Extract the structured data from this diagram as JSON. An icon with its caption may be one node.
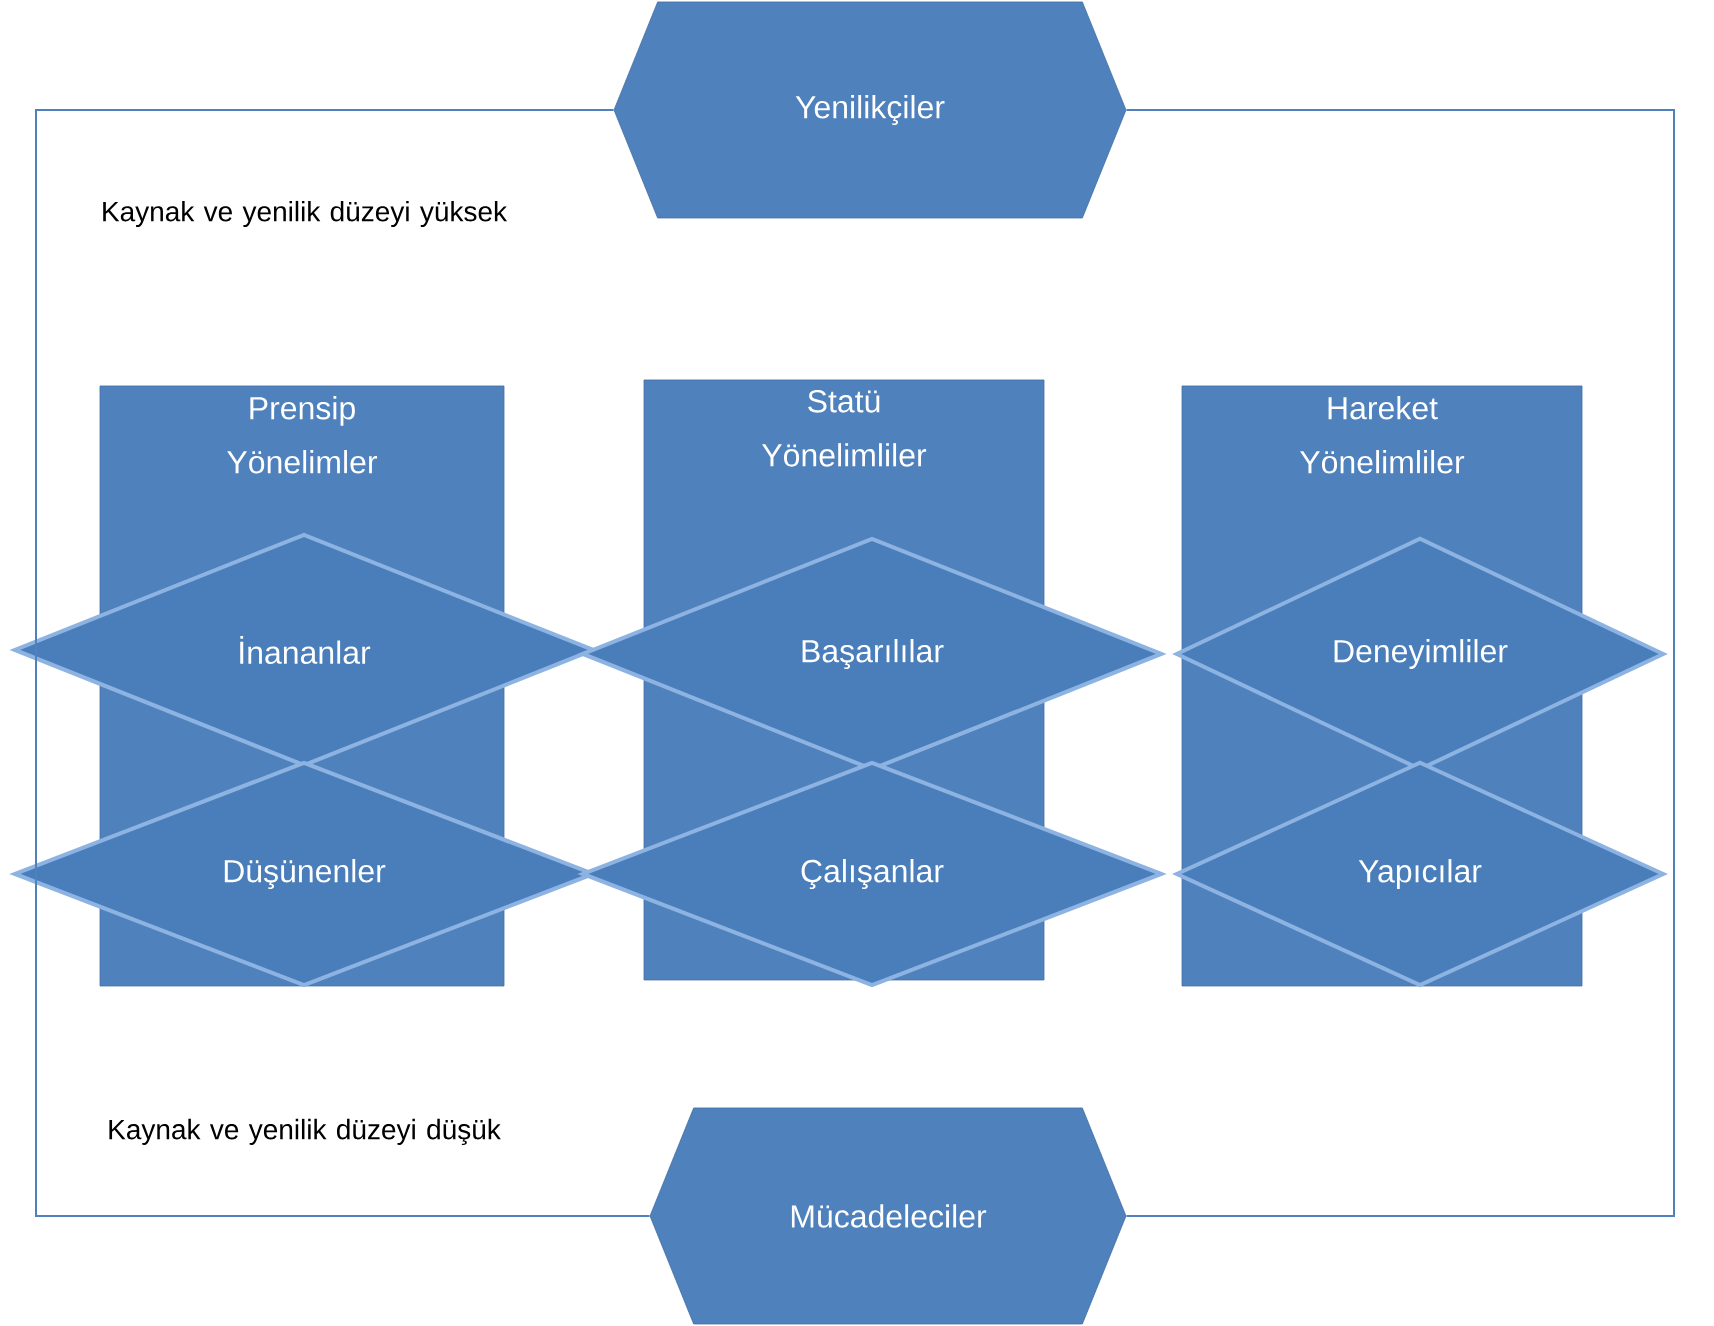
{
  "diagram": {
    "nodes": [
      {
        "text": [
          "Yenilikçiler"
        ]
      },
      {
        "text": [
          "Prensip Yönelimler"
        ]
      },
      {
        "text": [
          "Statü Yönelimliler"
        ]
      },
      {
        "text": [
          "Hareket Yönelimliler"
        ]
      },
      {
        "text": [
          "İnananlar"
        ]
      },
      {
        "text": [
          "Başarılılar"
        ]
      },
      {
        "text": [
          "Deneyimliler"
        ]
      },
      {
        "text": [
          "Düşünenler"
        ]
      },
      {
        "text": [
          "Çalışanlar"
        ]
      },
      {
        "text": [
          "Yapıcılar"
        ]
      },
      {
        "text": [
          "Mücadeleciler"
        ]
      }
    ],
    "edges": [
      {
        "from": 0,
        "to": 10,
        "arrow": "none"
      },
      {
        "from": 0,
        "to": 10,
        "arrow": "none"
      }
    ],
    "labels": [
      "Kaynak ve yenilik düzeyi yüksek",
      "Kaynak ve yenilik düzeyi düşük"
    ]
  }
}
